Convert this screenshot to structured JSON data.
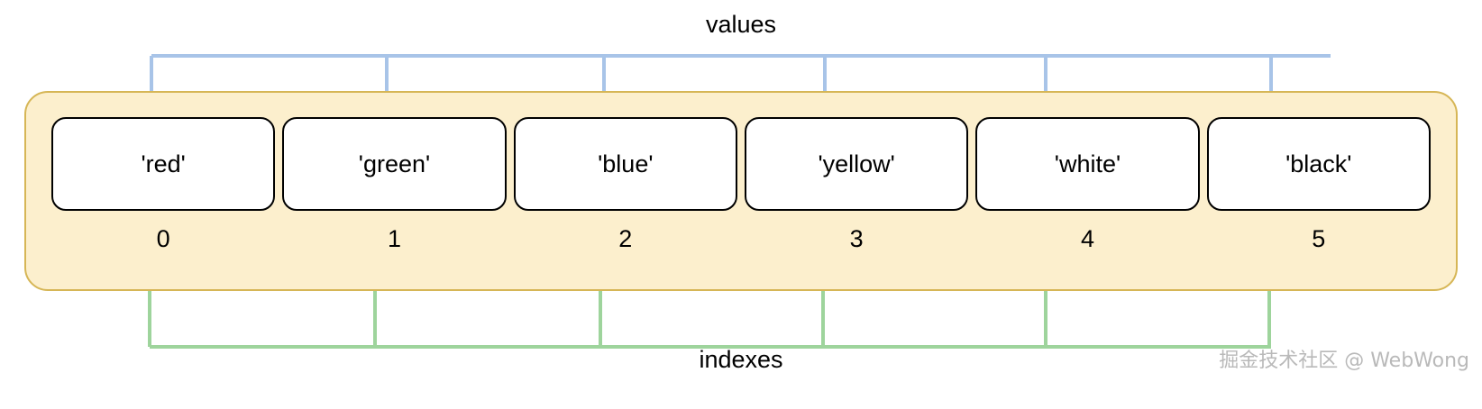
{
  "diagram": {
    "type": "array-index-diagram",
    "top_label": "values",
    "bottom_label": "indexes",
    "watermark": "掘金技术社区 @ WebWong",
    "colors": {
      "container_fill": "#fcefcd",
      "container_border": "#d6b656",
      "cell_fill": "#ffffff",
      "cell_border": "#000000",
      "values_arrow": "#a8c4e8",
      "indexes_arrow": "#9ed49c",
      "text": "#000000",
      "watermark_text": "#b9b9b9",
      "background": "#ffffff"
    },
    "cells": [
      {
        "value": "'red'",
        "index": "0"
      },
      {
        "value": "'green'",
        "index": "1"
      },
      {
        "value": "'blue'",
        "index": "2"
      },
      {
        "value": "'yellow'",
        "index": "3"
      },
      {
        "value": "'white'",
        "index": "4"
      },
      {
        "value": "'black'",
        "index": "5"
      }
    ]
  }
}
